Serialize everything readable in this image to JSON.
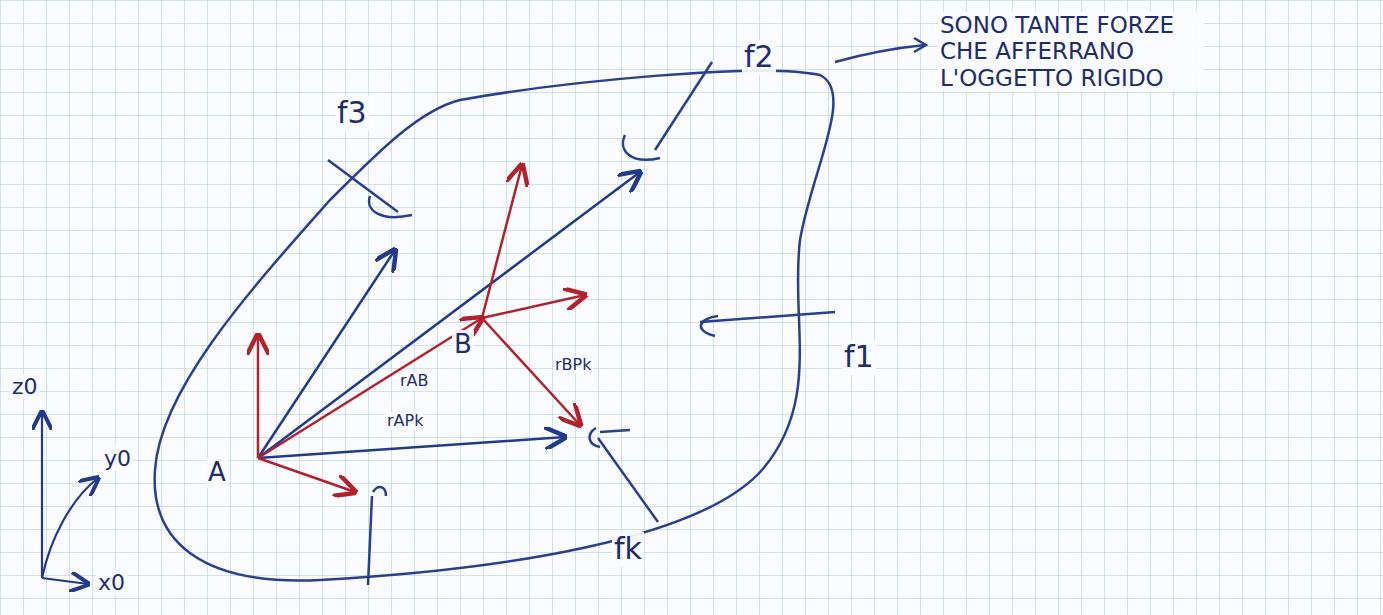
{
  "diagram": {
    "labels": [
      "f2",
      "SONO TANTE FORZE CHE AFFERRANO L'OGGETTO RIGIDO",
      "f3",
      "f1",
      "B",
      "rAB",
      "rBPk",
      "rAPk",
      "z0",
      "y0",
      "A",
      "x0",
      "fk"
    ]
  }
}
